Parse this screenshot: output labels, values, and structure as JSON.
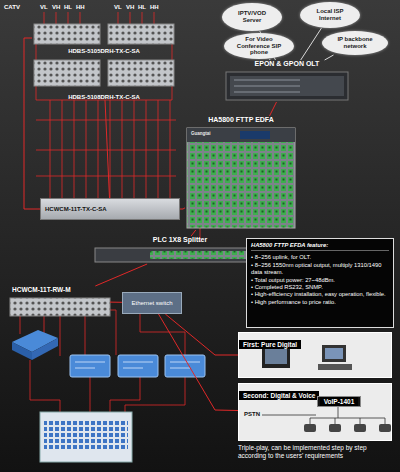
{
  "diagram": {
    "nodes": [
      {
        "text": [
          "IPTV/VOD Server"
        ]
      },
      {
        "text": [
          "Local ISP Internet"
        ]
      },
      {
        "text": [
          "For Video Conference SIP phone"
        ]
      },
      {
        "text": [
          "IP backbone network"
        ]
      },
      {
        "text": [
          "EPON & GPON OLT"
        ]
      },
      {
        "text": [
          "HDBS-5105DRH-TX-C-SA"
        ]
      },
      {
        "text": [
          "HDBS-5108DRH-TX-C-SA"
        ]
      },
      {
        "text": [
          "HA5800 FTTP EDFA"
        ]
      },
      {
        "text": [
          "HCWCM-11T-TX-C-SA"
        ]
      },
      {
        "text": [
          "PLC 1X8 Splitter"
        ]
      },
      {
        "text": [
          "HA5800 FTTP EFDA feature:",
          "• 8~256 uplink, for OLT.",
          "• 8~256 1550nm optical output, multiply 1310/1490 data stream.",
          "• Total output power: 27~48dBm.",
          "• Completed RS232, SNMP.",
          "• High-efficiency installation, easy operation, flexible.",
          "• High performance to price ratio."
        ]
      },
      {
        "text": [
          "HCWCM-11T-RW-M"
        ]
      },
      {
        "text": [
          "Ethernet switch"
        ]
      },
      {
        "text": [
          "First: Pure Digital"
        ]
      },
      {
        "text": [
          "Second: Digital & Voice"
        ]
      },
      {
        "text": [
          "VoIP-1401"
        ],
        "in": 14
      }
    ],
    "edges": [
      {
        "from": 0,
        "to": 4,
        "arrow": "none"
      },
      {
        "from": 1,
        "to": 4,
        "arrow": "none"
      },
      {
        "from": 2,
        "to": 4,
        "arrow": "none"
      },
      {
        "from": 3,
        "to": 4,
        "arrow": "none"
      },
      {
        "from": 5,
        "to": 8,
        "arrow": "none"
      },
      {
        "from": 6,
        "to": 8,
        "arrow": "none"
      },
      {
        "from": 8,
        "to": 7,
        "arrow": "none"
      },
      {
        "from": 4,
        "to": 7,
        "arrow": "none"
      },
      {
        "from": 7,
        "to": 9,
        "arrow": "none"
      },
      {
        "from": 9,
        "to": 11,
        "arrow": "none"
      },
      {
        "from": 11,
        "to": 12,
        "arrow": "none"
      },
      {
        "from": 12,
        "to": 13,
        "arrow": "none"
      },
      {
        "from": 12,
        "to": 14,
        "arrow": "none"
      }
    ],
    "labels": [
      "CATV",
      "VL",
      "VH",
      "HL",
      "HH",
      "VL",
      "VH",
      "HL",
      "HH",
      "Guangtai",
      "PSTN",
      "Triple-play, can be implemented step by step according to the users' requirements"
    ]
  }
}
